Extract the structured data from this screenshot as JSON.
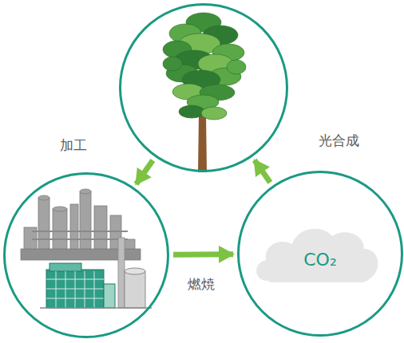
{
  "diagram": {
    "nodes": [
      {
        "text": []
      },
      {
        "text": []
      },
      {
        "text": [
          "CO₂"
        ]
      }
    ],
    "edges": [
      {
        "from": 0,
        "to": 1,
        "arrow": "to",
        "label": "加工"
      },
      {
        "from": 1,
        "to": 2,
        "arrow": "to",
        "label": "燃焼"
      },
      {
        "from": 2,
        "to": 0,
        "arrow": "to",
        "label": "光合成"
      }
    ]
  }
}
